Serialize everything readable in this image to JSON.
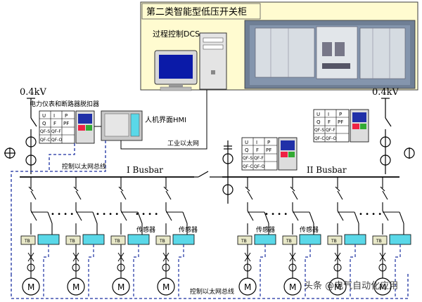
{
  "header": {
    "title": "第二类智能型低压开关柜",
    "dcs_label": "过程控制DCS"
  },
  "voltage": {
    "left": "0.4kV",
    "right": "0.4kV"
  },
  "labels": {
    "meter_breaker": "电力仪表和断路器脱扣器",
    "hmi": "人机界面HMI",
    "industrial_ethernet": "工业以太网",
    "control_ethernet_bus": "控制以太网总线",
    "busbar_1": "I  Busbar",
    "busbar_2": "II  Busbar",
    "sensor": "传感器",
    "control_bus_bottom": "控制以太网总线",
    "ellipsis": "• • • •",
    "tb": "TB",
    "motor": "M"
  },
  "meter_table": {
    "rows": [
      [
        "U",
        "I",
        "P"
      ],
      [
        "Q",
        "F",
        "PF"
      ],
      [
        "QF-S",
        "QF-F",
        ""
      ],
      [
        "QF-C",
        "QF-O",
        ""
      ]
    ]
  },
  "watermark": "头条 @电气自动化应用",
  "colors": {
    "panel_bg": "#fffbd0",
    "panel_border": "#3b3b3b",
    "dash_blue": "#1a2fa0",
    "cyan_box": "#5ad8e8",
    "line": "#000000"
  }
}
